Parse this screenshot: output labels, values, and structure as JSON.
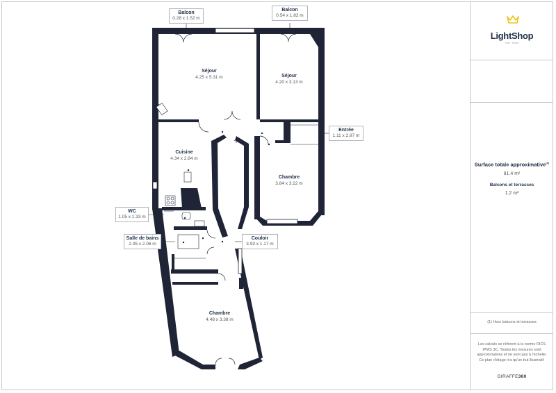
{
  "brand": {
    "logo_name": "LightShop",
    "logo_tagline": "Fast · Smart",
    "logo_icon": "crown-logo-icon",
    "accent_color": "#f2c21b",
    "wall_color": "#1f2436"
  },
  "rooms": {
    "sejour_left": {
      "name": "Séjour",
      "dims": "4.25 x 5.31 m"
    },
    "sejour_right": {
      "name": "Séjour",
      "dims": "4.20 x 3.13 m"
    },
    "cuisine": {
      "name": "Cuisine",
      "dims": "4.34 x 2.84 m"
    },
    "chambre_right": {
      "name": "Chambre",
      "dims": "3.84 x 3.22 m"
    },
    "chambre_bottom": {
      "name": "Chambre",
      "dims": "4.48 x 3.38 m"
    }
  },
  "callouts": {
    "balcon_left": {
      "name": "Balcon",
      "dims": "0.28 x 1.52 m"
    },
    "balcon_right": {
      "name": "Balcon",
      "dims": "0.54 x 1.82 m"
    },
    "entree": {
      "name": "Entrée",
      "dims": "1.11 x 2.97 m"
    },
    "wc": {
      "name": "WC",
      "dims": "1.05 x 1.33 m"
    },
    "salle_de_bains": {
      "name": "Salle de bains",
      "dims": "2.05 x 2.06 m"
    },
    "couloir": {
      "name": "Couloir",
      "dims": "3.93 x 1.17 m"
    }
  },
  "summary": {
    "total_label": "Surface totale approximative",
    "total_sup": "(1)",
    "total_value": "91.4 m²",
    "balcony_label": "Balcons et terrasses",
    "balcony_value": "1.2 m²"
  },
  "footnote": "(1) Hors balcons et terrasses",
  "disclaimer": "Les calculs se réfèrent à la norme RICS IPMS 3C. Toutes les mesures sont approximatives et ne sont pas à l'échelle. Ce plan d'étage n'a qu'un but illustratif.",
  "credit": {
    "prefix": "GIRAFFE",
    "suffix": "360"
  }
}
